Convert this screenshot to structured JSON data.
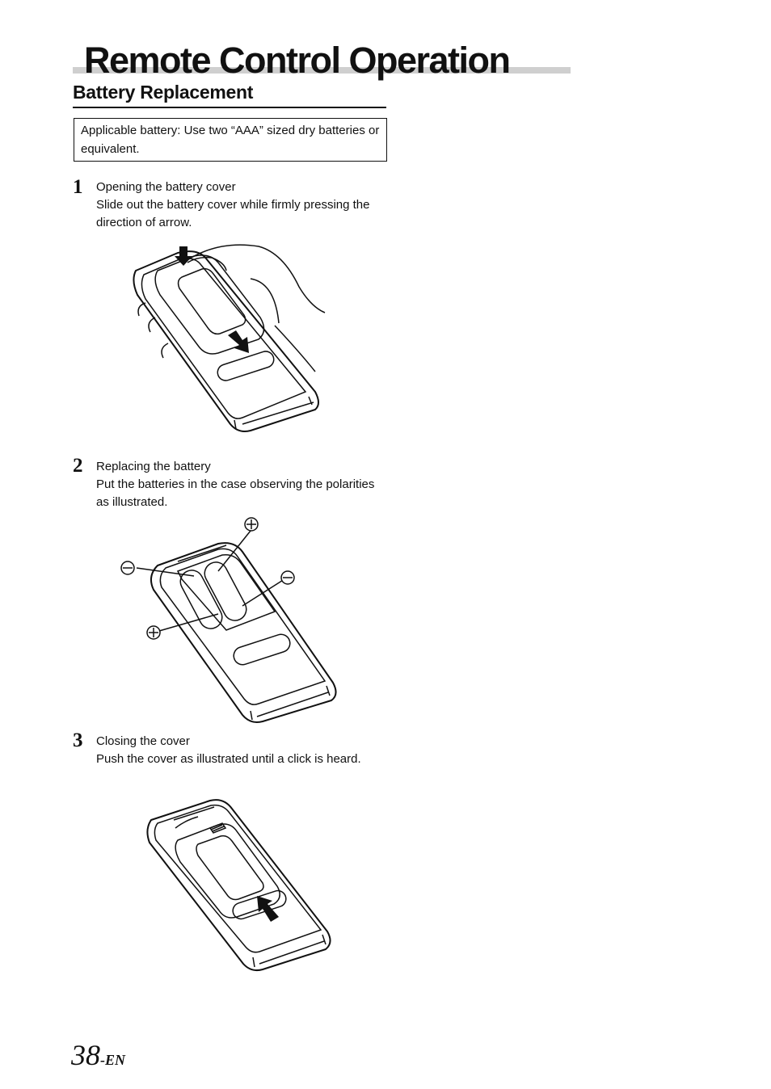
{
  "header": {
    "title": "Remote Control Operation"
  },
  "section": {
    "title": "Battery Replacement"
  },
  "note": {
    "text": "Applicable battery: Use two “AAA” sized dry batteries or equivalent."
  },
  "steps": [
    {
      "number": "1",
      "heading": "Opening the battery cover",
      "body": "Slide out the battery cover while firmly pressing the direction of arrow."
    },
    {
      "number": "2",
      "heading": "Replacing the battery",
      "body": "Put the batteries in the case observing the polarities as illustrated."
    },
    {
      "number": "3",
      "heading": "Closing the cover",
      "body": "Push the cover as illustrated until a click is heard."
    }
  ],
  "footer": {
    "page_number": "38",
    "suffix": "-EN"
  }
}
